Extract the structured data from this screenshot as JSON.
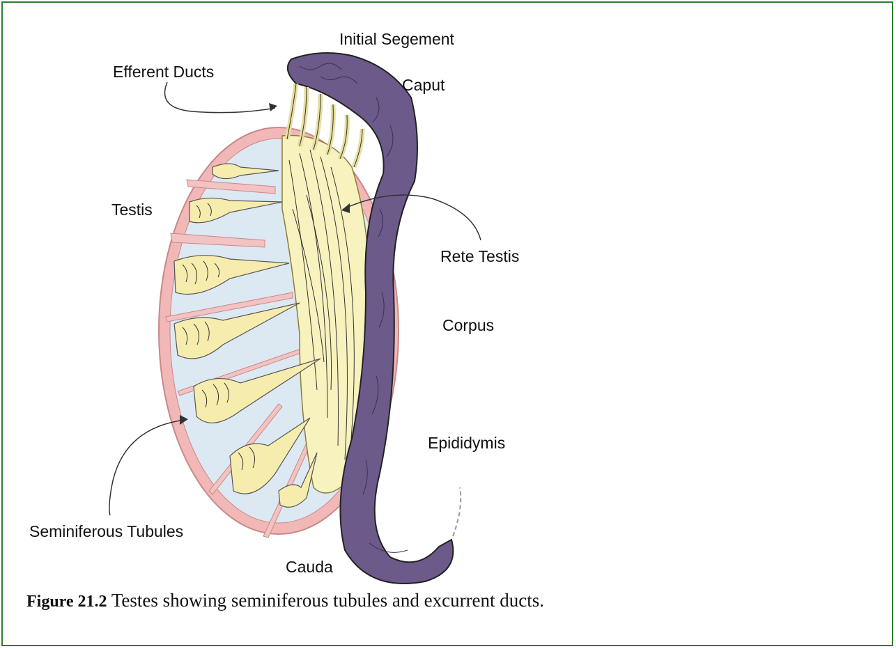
{
  "labels": {
    "initial_segment": "Initial Segement",
    "efferent_ducts": "Efferent Ducts",
    "caput": "Caput",
    "testis": "Testis",
    "rete_testis": "Rete Testis",
    "corpus": "Corpus",
    "epididymis": "Epididymis",
    "seminiferous_tubules": "Seminiferous Tubules",
    "cauda": "Cauda"
  },
  "caption": {
    "figure_number": "Figure 21.2",
    "text": "Testes showing seminiferous tubules and excurrent ducts."
  },
  "colors": {
    "border": "#2e7d32",
    "tunica": "#f2b7b7",
    "lobule": "#dce9f2",
    "septa": "#f3c2c2",
    "tubule": "#f6ecad",
    "rete": "#f8f2bf",
    "epididymis": "#6b5a8a"
  }
}
